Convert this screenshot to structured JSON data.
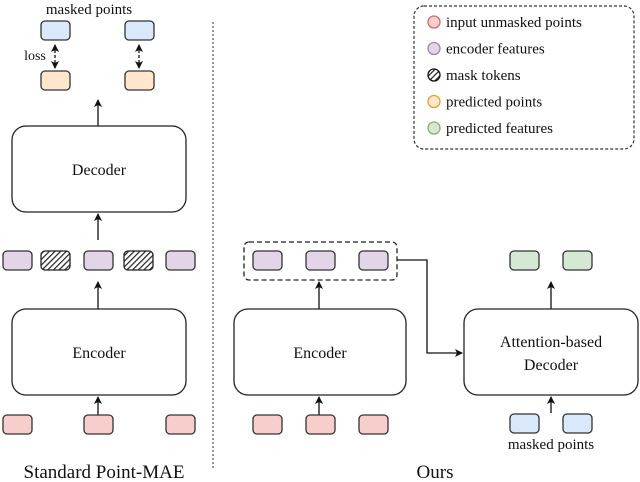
{
  "left_panel": {
    "caption": "Standard Point-MAE",
    "top_label": "masked points",
    "loss_label": "loss",
    "decoder_label": "Decoder",
    "encoder_label": "Encoder",
    "middle_tokens": [
      "encoder",
      "mask",
      "encoder",
      "mask",
      "encoder"
    ],
    "input_tokens": 3,
    "predicted_tokens": 2,
    "target_tokens": 2
  },
  "right_panel": {
    "caption": "Ours",
    "encoder_label": "Encoder",
    "decoder_label_line1": "Attention-based",
    "decoder_label_line2": "Decoder",
    "masked_points_label": "masked points",
    "encoder_feature_tokens": 3,
    "input_tokens": 3,
    "predicted_feature_tokens": 2,
    "masked_point_tokens": 2
  },
  "legend": {
    "items": [
      {
        "label": "input unmasked points",
        "key": "input"
      },
      {
        "label": "encoder features",
        "key": "encoder"
      },
      {
        "label": "mask tokens",
        "key": "mask"
      },
      {
        "label": "predicted points",
        "key": "predicted"
      },
      {
        "label": "predicted features",
        "key": "feature"
      }
    ]
  },
  "colors": {
    "input": {
      "fill": "#f8cecc",
      "stroke": "#d06a6a"
    },
    "encoder": {
      "fill": "#e1d5e7",
      "stroke": "#9a8aa8"
    },
    "predicted": {
      "fill": "#ffe6cc",
      "stroke": "#e0a030"
    },
    "feature": {
      "fill": "#d5e8d4",
      "stroke": "#82b366"
    },
    "masked": {
      "fill": "#dae8fc",
      "stroke": "#6c8ebf"
    },
    "mask": {
      "fill": "#333333",
      "stroke": "#111111"
    }
  }
}
